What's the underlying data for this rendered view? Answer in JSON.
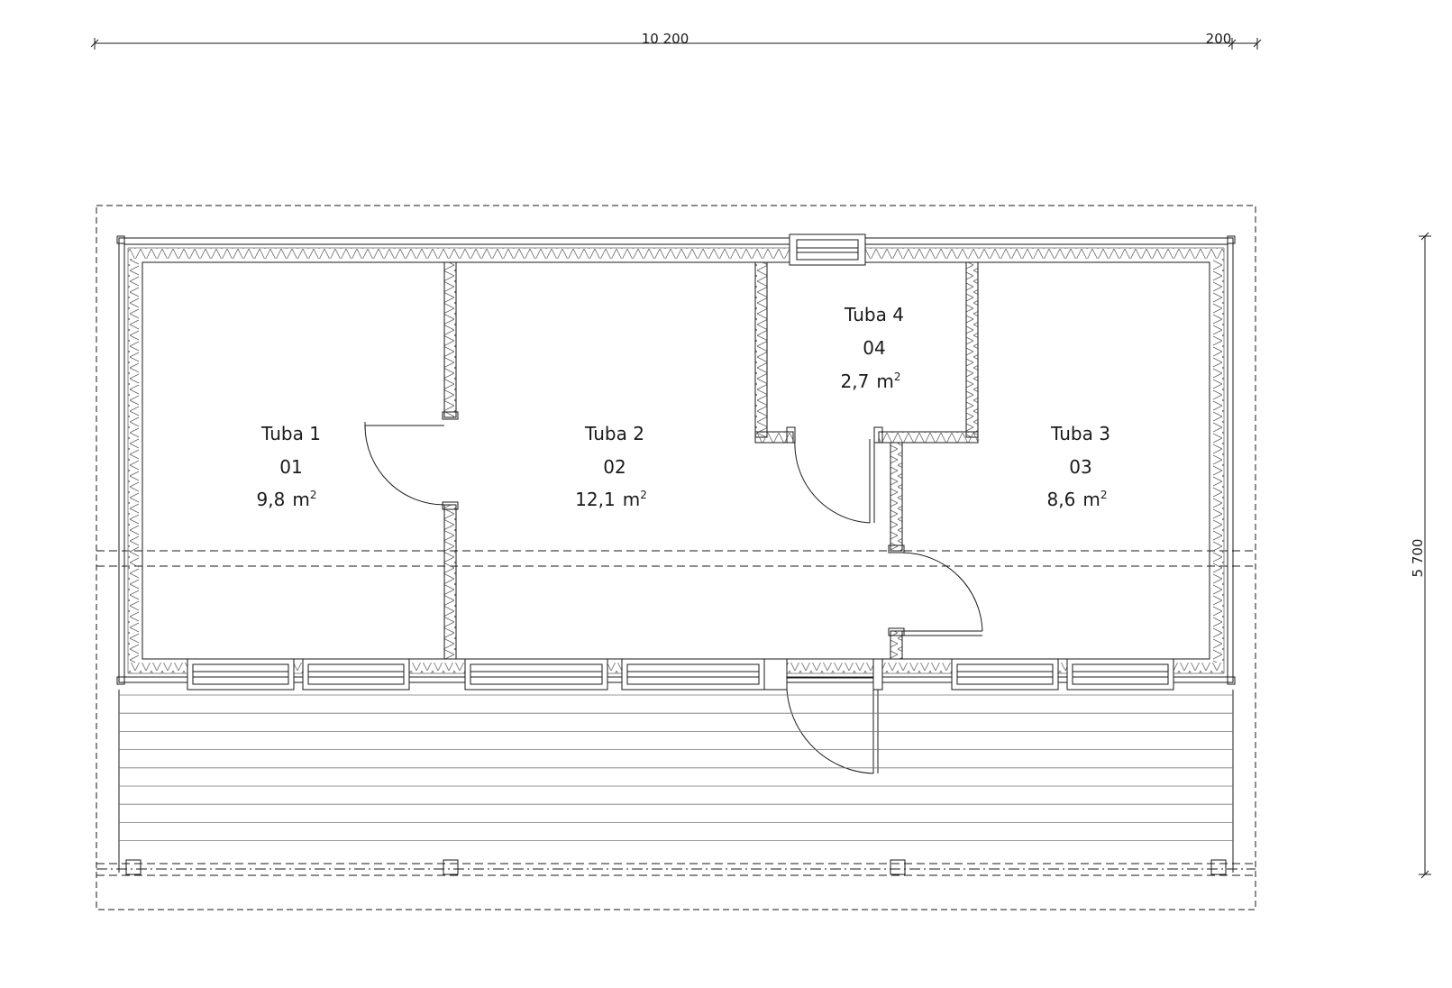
{
  "dimensions": {
    "top_main": "10 200",
    "top_offset": "200",
    "right_height": "5 700"
  },
  "rooms": [
    {
      "name": "Tuba 1",
      "number": "01",
      "area_value": "9,8",
      "area_unit": "m",
      "area_exp": "2"
    },
    {
      "name": "Tuba 2",
      "number": "02",
      "area_value": "12,1",
      "area_unit": "m",
      "area_exp": "2"
    },
    {
      "name": "Tuba 4",
      "number": "04",
      "area_value": "2,7",
      "area_unit": "m",
      "area_exp": "2"
    },
    {
      "name": "Tuba 3",
      "number": "03",
      "area_value": "8,6",
      "area_unit": "m",
      "area_exp": "2"
    }
  ],
  "colors": {
    "line": "#1a1a1a",
    "hatch": "#555555",
    "background": "#ffffff"
  }
}
